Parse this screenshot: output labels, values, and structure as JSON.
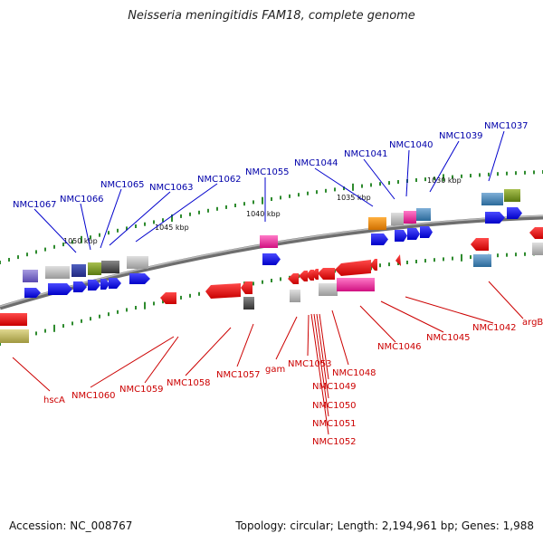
{
  "title": "Neisseria meningitidis FAM18, complete genome",
  "footer": {
    "accession": "Accession: NC_008767",
    "topology": "Topology: circular; Length: 2,194,961 bp; Genes: 1,988"
  },
  "colors": {
    "forward_gene": "#0000ee",
    "reverse_gene": "#ee0000",
    "forward_label": "#0000aa",
    "reverse_label": "#cc0000",
    "backbone": "#888888",
    "ticks": "#2e8b2e"
  },
  "scale_labels": [
    "1030 kbp",
    "1035 kbp",
    "1040 kbp",
    "1045 kbp",
    "1050 kbp"
  ],
  "forward_genes": [
    "NMC1037",
    "NMC1039",
    "NMC1040",
    "NMC1041",
    "NMC1044",
    "NMC1055",
    "NMC1062",
    "NMC1063",
    "NMC1065",
    "NMC1066",
    "NMC1067"
  ],
  "reverse_genes": [
    "argB",
    "NMC1042",
    "NMC1045",
    "NMC1046",
    "NMC1048",
    "NMC1049",
    "NMC1050",
    "NMC1051",
    "NMC1052",
    "NMC1053",
    "gam",
    "NMC1057",
    "NMC1058",
    "NMC1059",
    "NMC1060",
    "hscA"
  ]
}
